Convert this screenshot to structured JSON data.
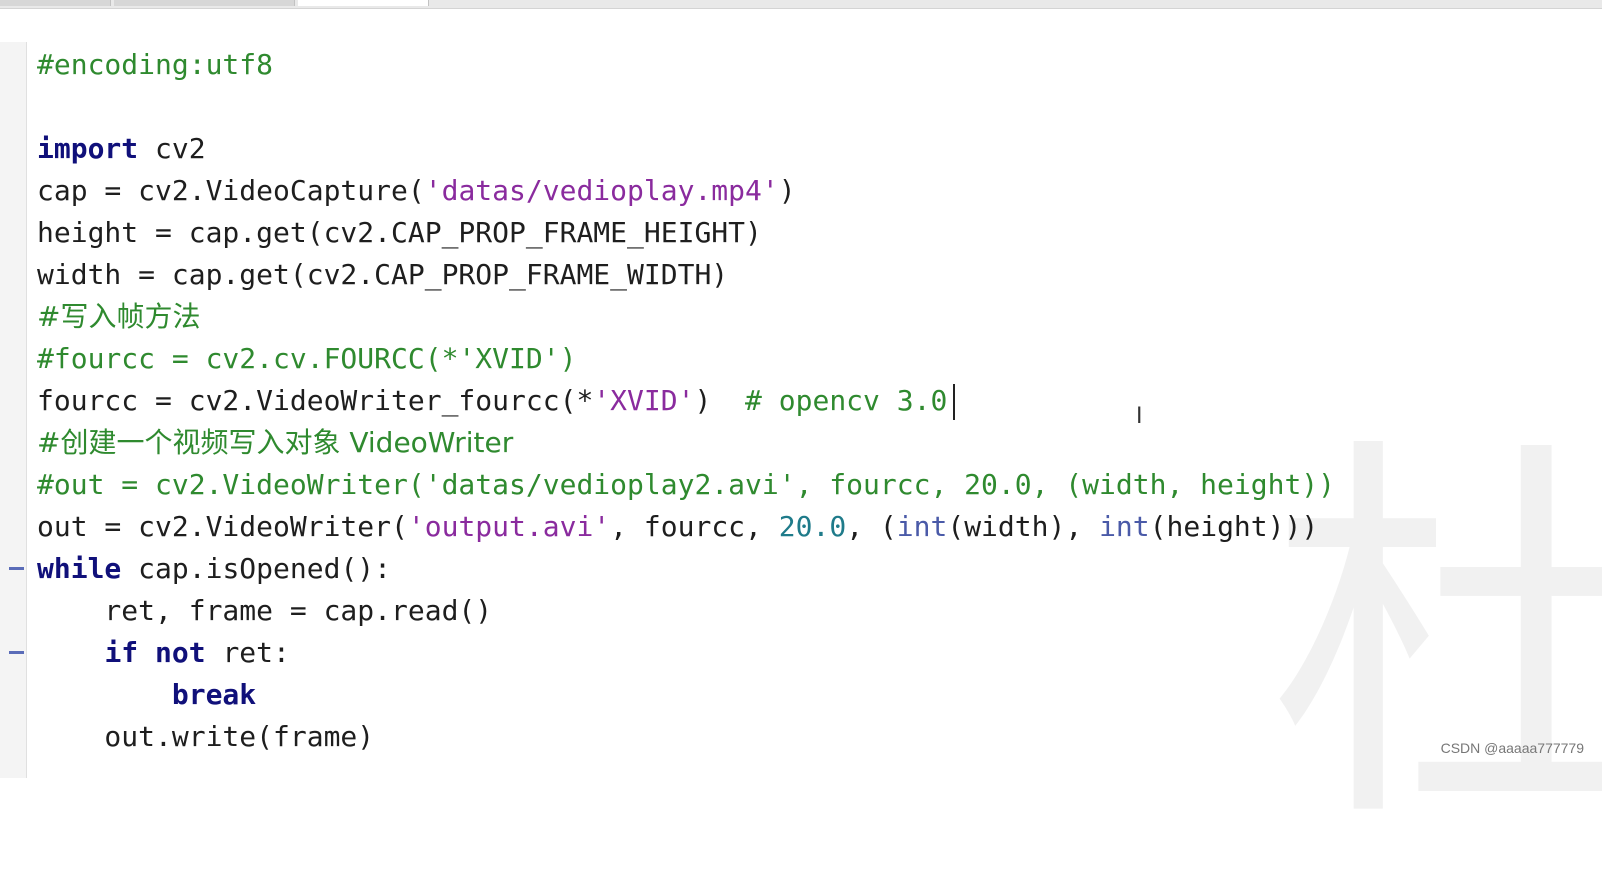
{
  "editor": {
    "lines": [
      {
        "comment": "#encoding:utf8"
      },
      {},
      {
        "kw": "import",
        "rest": " cv2"
      },
      {
        "a": "cap = cv2.VideoCapture(",
        "s": "'datas/vedioplay.mp4'",
        "b": ")"
      },
      {
        "text": "height = cap.get(cv2.CAP_PROP_FRAME_HEIGHT)"
      },
      {
        "text": "width = cap.get(cv2.CAP_PROP_FRAME_WIDTH)"
      },
      {
        "comment": "#写入帧方法"
      },
      {
        "comment": "#fourcc = cv2.cv.FOURCC(*'XVID')"
      },
      {
        "a": "fourcc = cv2.VideoWriter_fourcc(*",
        "s": "'XVID'",
        "b": ")  ",
        "c": "# opencv 3.0"
      },
      {
        "comment": "#创建一个视频写入对象 VideoWriter"
      },
      {
        "comment": "#out = cv2.VideoWriter('datas/vedioplay2.avi', fourcc, 20.0, (width, height))"
      },
      {
        "a": "out = cv2.VideoWriter(",
        "s": "'output.avi'",
        "b": ", fourcc, ",
        "n": "20.0",
        "c1": ", (",
        "bi1": "int",
        "c2": "(width), ",
        "bi2": "int",
        "c3": "(height)))"
      },
      {
        "kw": "while",
        "rest": " cap.isOpened():"
      },
      {
        "text": "    ret, frame = cap.read()"
      },
      {
        "indent": "    ",
        "kw": "if",
        "sp": " ",
        "kw2": "not",
        "rest": " ret:"
      },
      {
        "indent": "        ",
        "kw": "break"
      },
      {
        "text": "    out.write(frame)"
      }
    ]
  },
  "cursor": {
    "ibeam_glyph": "I"
  },
  "watermark": {
    "glyph": "杜"
  },
  "credit": "CSDN @aaaaa777779"
}
